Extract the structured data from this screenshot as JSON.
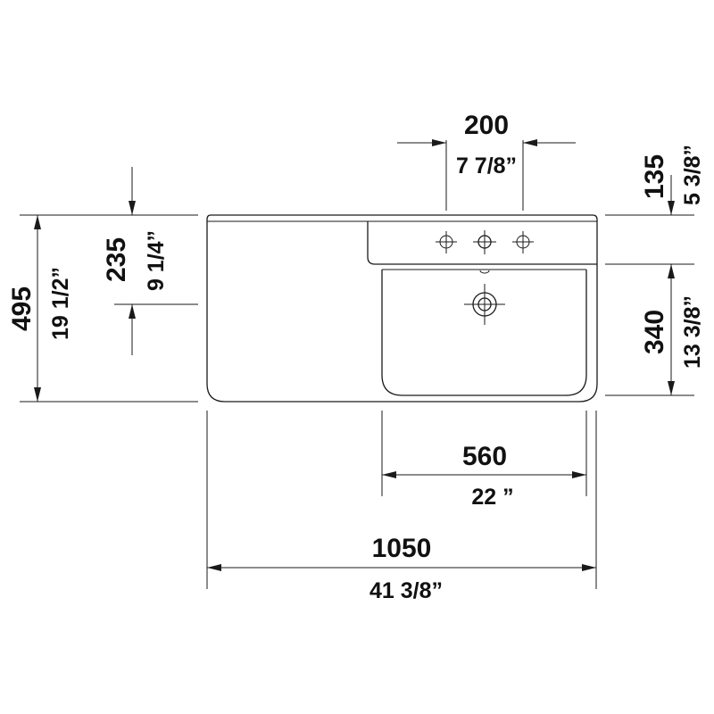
{
  "dimensions": {
    "total_width": {
      "mm": "1050",
      "inch": "41 3/8”"
    },
    "basin_width": {
      "mm": "560",
      "inch": "22 ”"
    },
    "tap_spacing": {
      "mm": "200",
      "inch": "7 7/8”"
    },
    "total_depth": {
      "mm": "495",
      "inch": "19 1/2”"
    },
    "waste_offset": {
      "mm": "235",
      "inch": "9 1/4”"
    },
    "deck_depth": {
      "mm": "135",
      "inch": "5 3/8”"
    },
    "basin_depth": {
      "mm": "340",
      "inch": "13 3/8”"
    }
  }
}
